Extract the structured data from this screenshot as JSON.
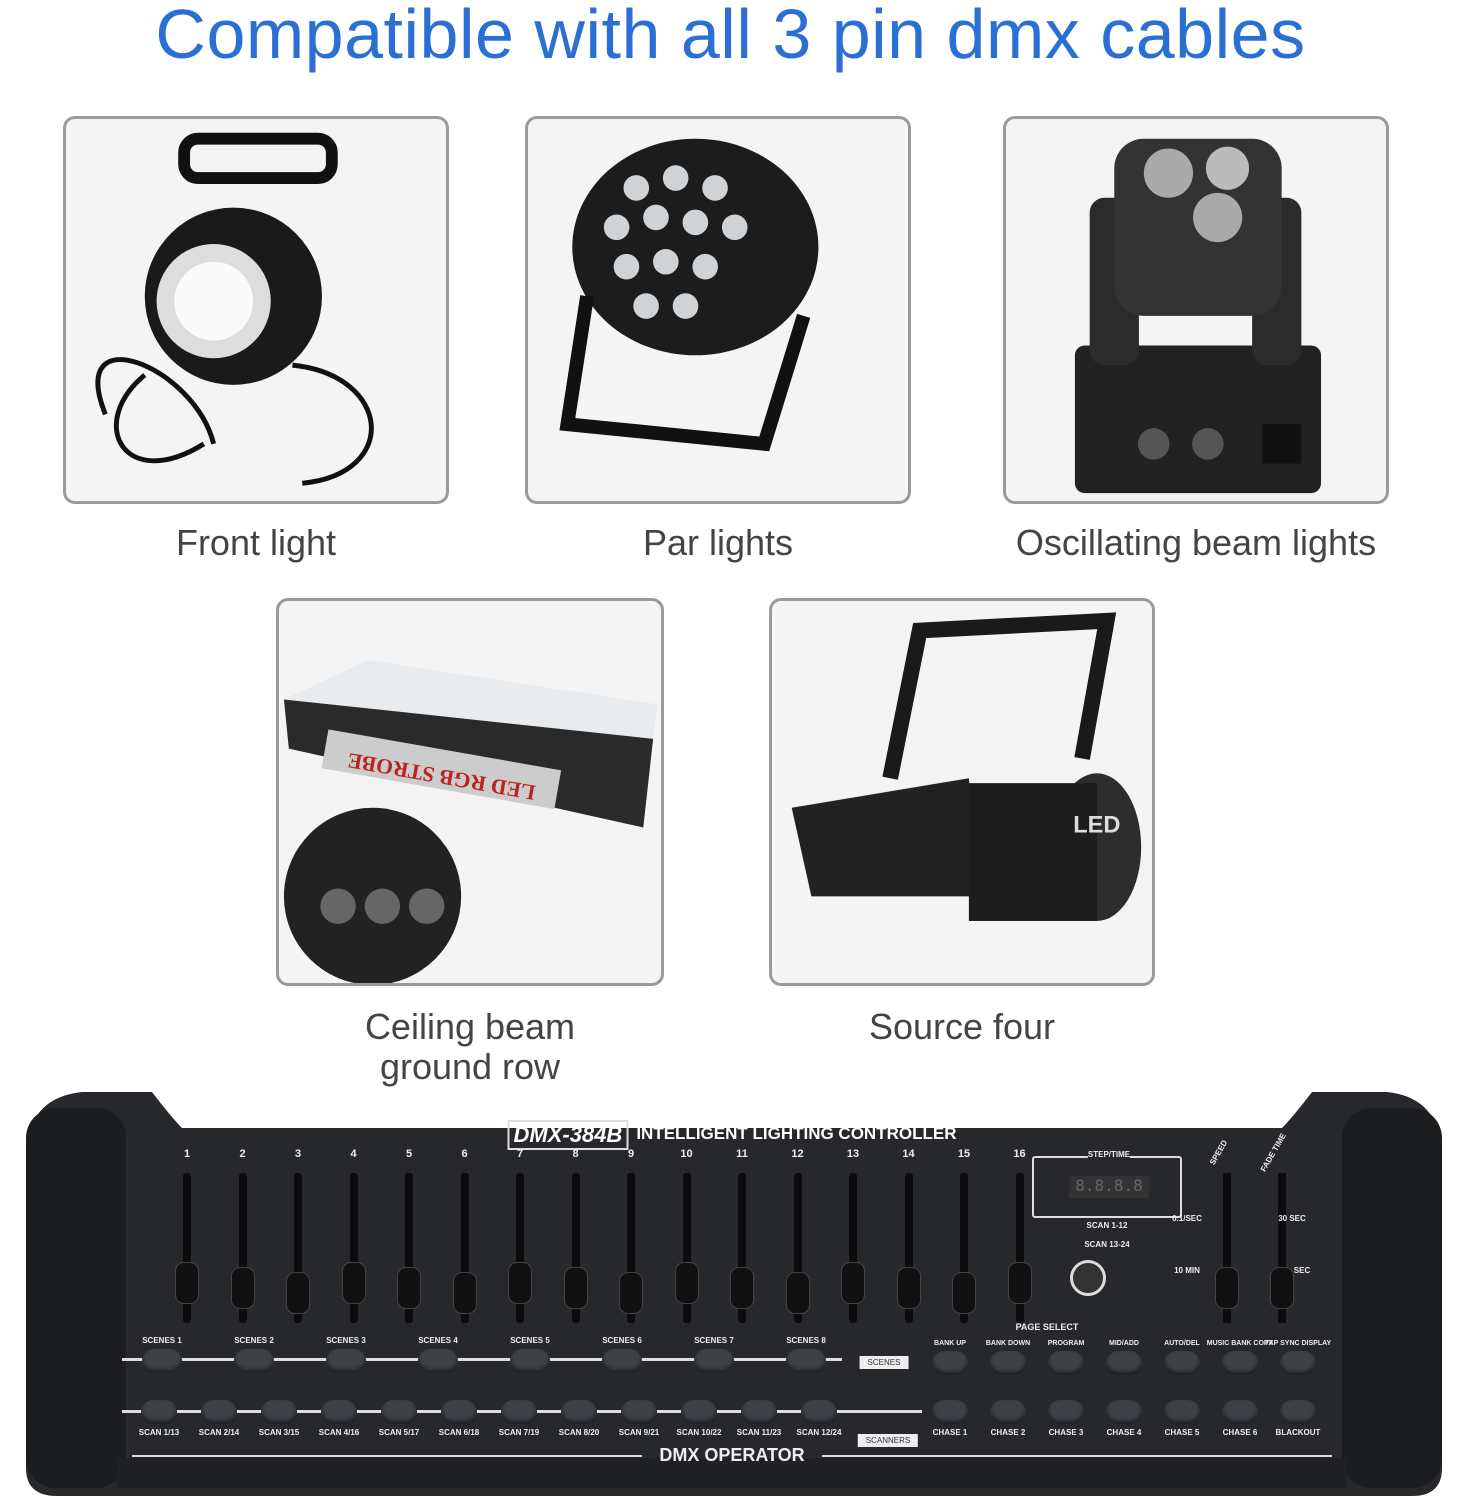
{
  "title": "Compatible with all 3 pin dmx cables",
  "products": [
    {
      "caption": "Front light"
    },
    {
      "caption": "Par lights"
    },
    {
      "caption": "Oscillating beam lights"
    },
    {
      "line1": "Ceiling beam",
      "line2": "ground row"
    },
    {
      "caption": "Source four"
    }
  ],
  "product_text": {
    "strobe": "LED RGB STROBE",
    "source": "LED"
  },
  "controller": {
    "model": "DMX-384B",
    "subtitle": "INTELLIGENT LIGHTING CONTROLLER",
    "operator": "DMX OPERATOR",
    "channels": [
      "1",
      "2",
      "3",
      "4",
      "5",
      "6",
      "7",
      "8",
      "9",
      "10",
      "11",
      "12",
      "13",
      "14",
      "15",
      "16"
    ],
    "scenes": [
      "SCENES 1",
      "SCENES 2",
      "SCENES 3",
      "SCENES 4",
      "SCENES 5",
      "SCENES 6",
      "SCENES 7",
      "SCENES 8"
    ],
    "scans": [
      "SCAN 1/13",
      "SCAN 2/14",
      "SCAN 3/15",
      "SCAN 4/16",
      "SCAN 5/17",
      "SCAN 6/18",
      "SCAN 7/19",
      "SCAN 8/20",
      "SCAN 9/21",
      "SCAN 10/22",
      "SCAN 11/23",
      "SCAN 12/24"
    ],
    "functions": [
      "BANK UP",
      "BANK DOWN",
      "PROGRAM",
      "MID/ADD",
      "AUTO/DEL",
      "MUSIC BANK COPY",
      "TAP SYNC DISPLAY"
    ],
    "chases": [
      "CHASE 1",
      "CHASE 2",
      "CHASE 3",
      "CHASE 4",
      "CHASE 5",
      "CHASE 6",
      "BLACKOUT"
    ],
    "scenes_arrow": "SCENES",
    "scanners_arrow": "SCANNERS",
    "page_select": "PAGE SELECT",
    "step_time": "STEP/TIME",
    "display": "8.8.8.8",
    "scan_1": "SCAN 1-12",
    "scan_2": "SCAN 13-24",
    "speed": "SPEED",
    "fade_time": "FADE TIME",
    "speed_min": "0.1/SEC",
    "speed_max": "10 MIN",
    "fade_max": "30 SEC",
    "fade_min": "SEC"
  },
  "colors": {
    "title": "#2a6fd4",
    "body": "#26282b"
  }
}
